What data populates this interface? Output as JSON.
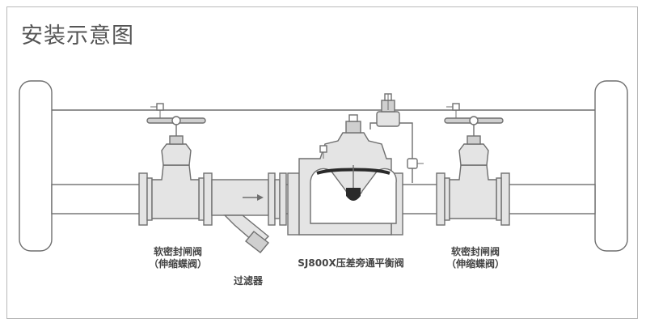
{
  "title": "安装示意图",
  "labels": {
    "left_valve_line1": "软密封闸阀",
    "left_valve_line2": "（伸缩蝶阀）",
    "filter": "过滤器",
    "main_valve": "SJ800X压差旁通平衡阀",
    "right_valve_line1": "软密封闸阀",
    "right_valve_line2": "（伸缩蝶阀）"
  },
  "colors": {
    "line": "#6f6f6f",
    "fill_light": "#e4e4e4",
    "fill_mid": "#cfcfcf",
    "diaphragm": "#2a2a2a",
    "text": "#444444"
  }
}
